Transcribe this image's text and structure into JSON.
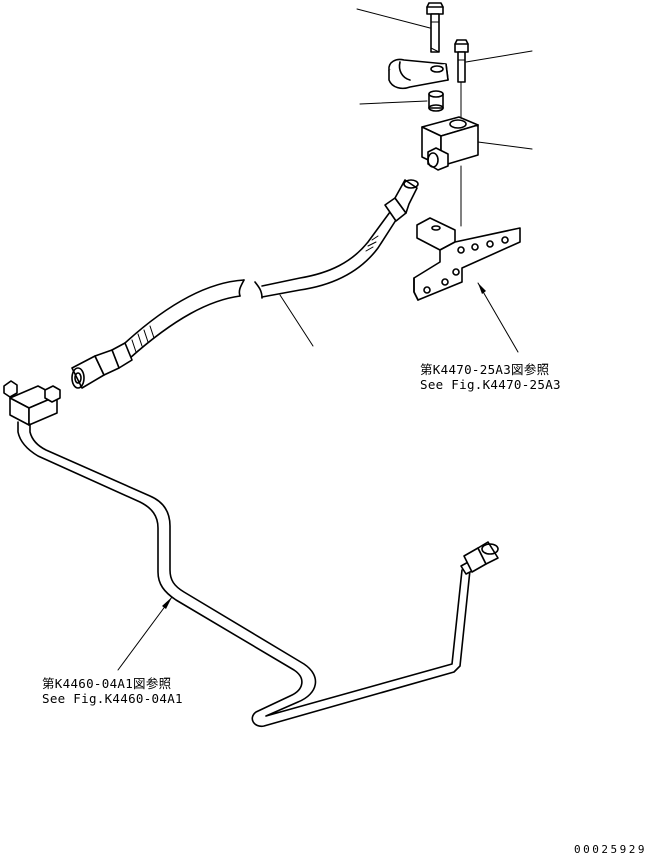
{
  "references": {
    "bracket": {
      "jp": "第K4470-25A3図参照",
      "en": "See Fig.K4470-25A3"
    },
    "tube": {
      "jp": "第K4460-04A1図参照",
      "en": "See Fig.K4460-04A1"
    }
  },
  "drawing_number": "00025929"
}
